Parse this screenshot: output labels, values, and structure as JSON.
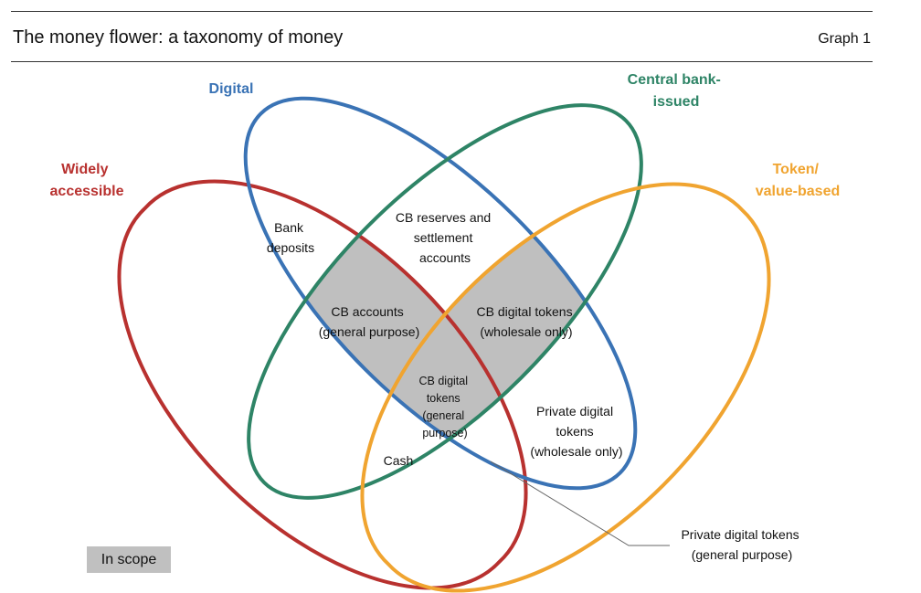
{
  "header": {
    "title": "The money flower: a taxonomy of money",
    "graph_number": "Graph 1"
  },
  "categories": {
    "digital": {
      "label": "Digital",
      "color": "#3a73b5"
    },
    "central_bank": {
      "label_line1": "Central bank-",
      "label_line2": "issued",
      "color": "#2e8466"
    },
    "widely_accessible": {
      "label_line1": "Widely",
      "label_line2": "accessible",
      "color": "#b8312f"
    },
    "token": {
      "label_line1": "Token/",
      "label_line2": "value-based",
      "color": "#f0a430"
    }
  },
  "regions": {
    "bank_deposits": [
      "Bank",
      "deposits"
    ],
    "cb_reserves": [
      "CB reserves and",
      "settlement",
      "accounts"
    ],
    "cb_accounts": [
      "CB accounts",
      "(general purpose)"
    ],
    "cb_tokens_wholesale": [
      "CB digital tokens",
      "(wholesale only)"
    ],
    "cb_tokens_general": [
      "CB digital",
      "tokens",
      "(general",
      "purpose)"
    ],
    "private_tokens_wholesale": [
      "Private digital",
      "tokens",
      "(wholesale only)"
    ],
    "cash": "Cash",
    "private_tokens_general": [
      "Private digital tokens",
      "(general purpose)"
    ]
  },
  "legend": {
    "in_scope": "In scope",
    "in_scope_color": "#c0c0c0"
  }
}
